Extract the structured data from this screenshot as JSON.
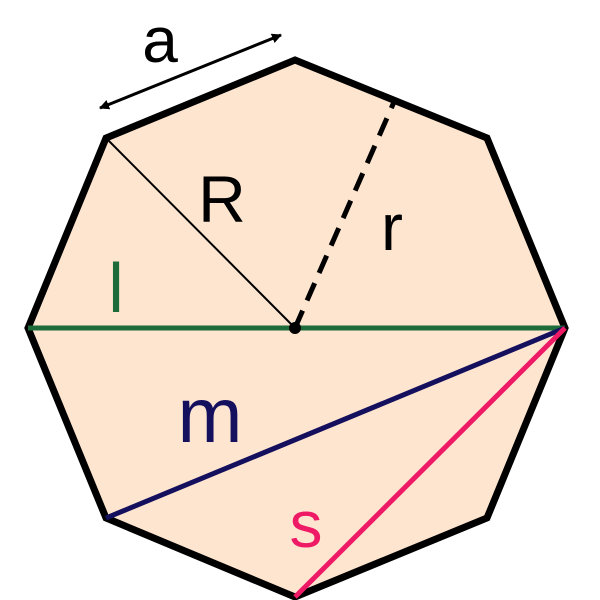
{
  "labels": {
    "side": "a",
    "circumradius": "R",
    "inradius": "r",
    "long_diagonal": "l",
    "medium_diagonal": "m",
    "short_diagonal": "s"
  },
  "colors": {
    "fill": "#fde5d0",
    "outline": "#000000",
    "long_diagonal": "#1e6b3a",
    "medium_diagonal": "#14105e",
    "short_diagonal": "#ee1a66"
  }
}
